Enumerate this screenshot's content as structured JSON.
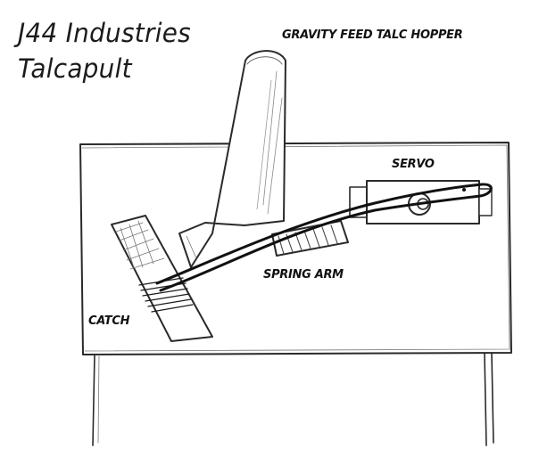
{
  "title": {
    "line1": "J44 Industries",
    "line2": "Talcapult"
  },
  "labels": {
    "hopper": "GRAVITY FEED TALC HOPPER",
    "servo": "SERVO",
    "spring_arm": "SPRING ARM",
    "catch": "CATCH"
  },
  "colors": {
    "ink": "#1b1b1b",
    "shading": "#6e6e6e",
    "background": "#ffffff"
  }
}
